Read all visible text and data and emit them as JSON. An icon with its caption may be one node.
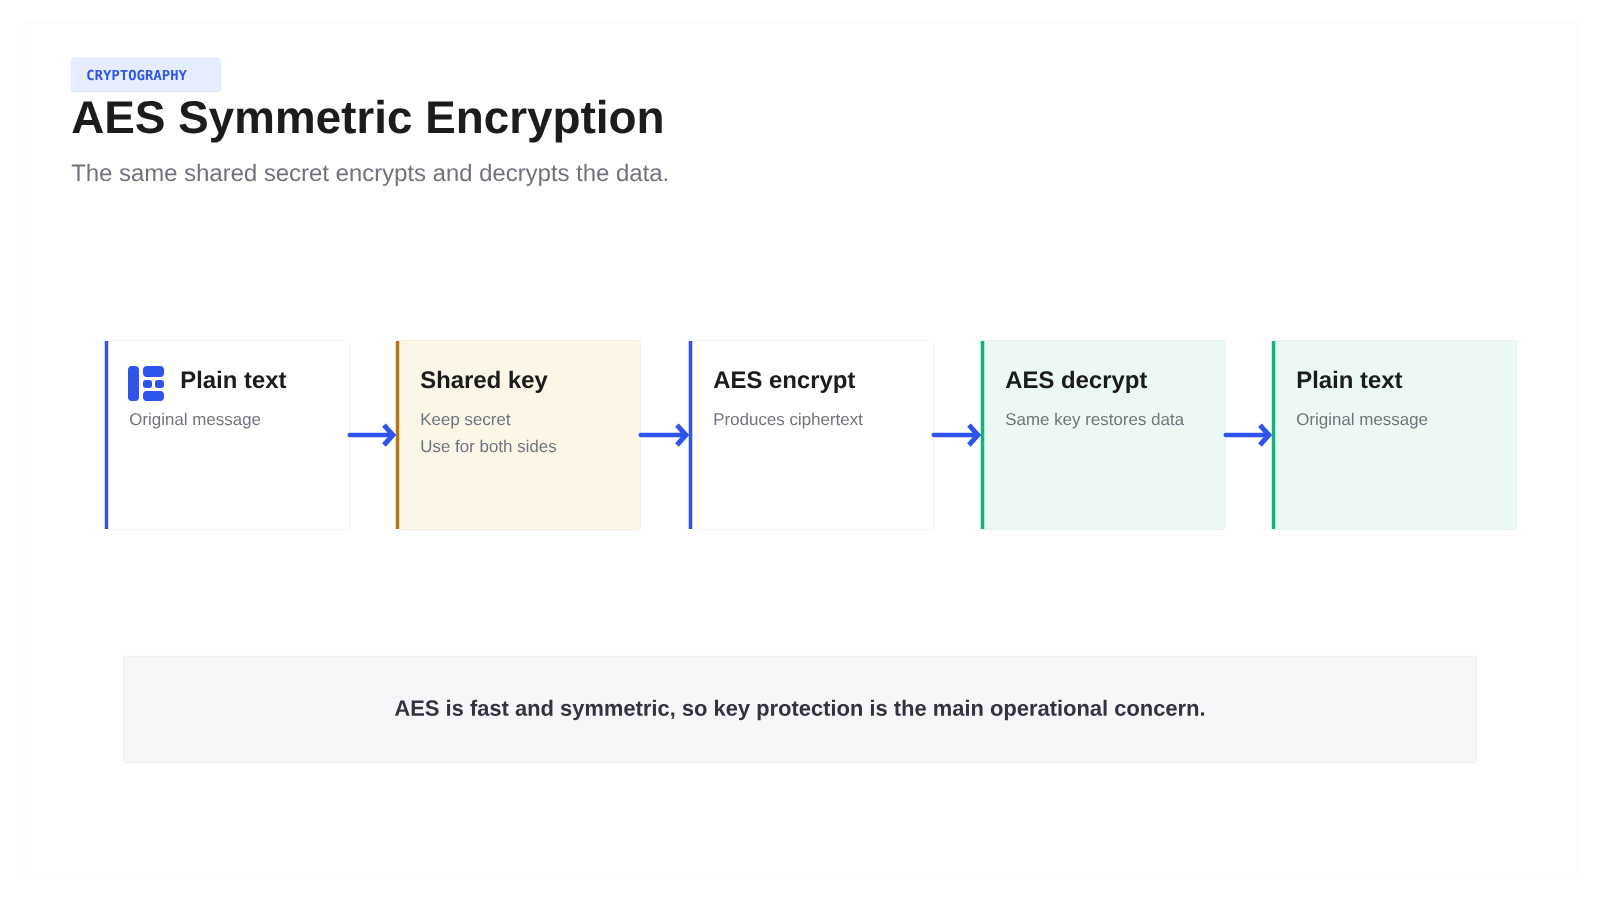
{
  "diagram": {
    "title": "AES Symmetric Encryption",
    "nodes": [
      {
        "text": [
          "CRYPTOGRAPHY"
        ]
      },
      {
        "text": [
          "Plain text",
          "Original message"
        ]
      },
      {
        "text": [
          "Shared key",
          "Keep secret",
          "Use for both sides"
        ]
      },
      {
        "text": [
          "AES encrypt",
          "Produces ciphertext"
        ]
      },
      {
        "text": [
          "AES decrypt",
          "Same key restores data"
        ]
      },
      {
        "text": [
          "Plain text",
          "Original message"
        ]
      },
      {
        "text": [
          "AES is fast and symmetric, so key protection is the main operational concern."
        ]
      }
    ],
    "edges": [
      {
        "from": 1,
        "to": 2,
        "arrow": "to"
      },
      {
        "from": 2,
        "to": 3,
        "arrow": "to"
      },
      {
        "from": 3,
        "to": 4,
        "arrow": "to"
      },
      {
        "from": 4,
        "to": 5,
        "arrow": "to"
      }
    ],
    "labels": [
      "The same shared secret encrypts and decrypts the data."
    ]
  }
}
